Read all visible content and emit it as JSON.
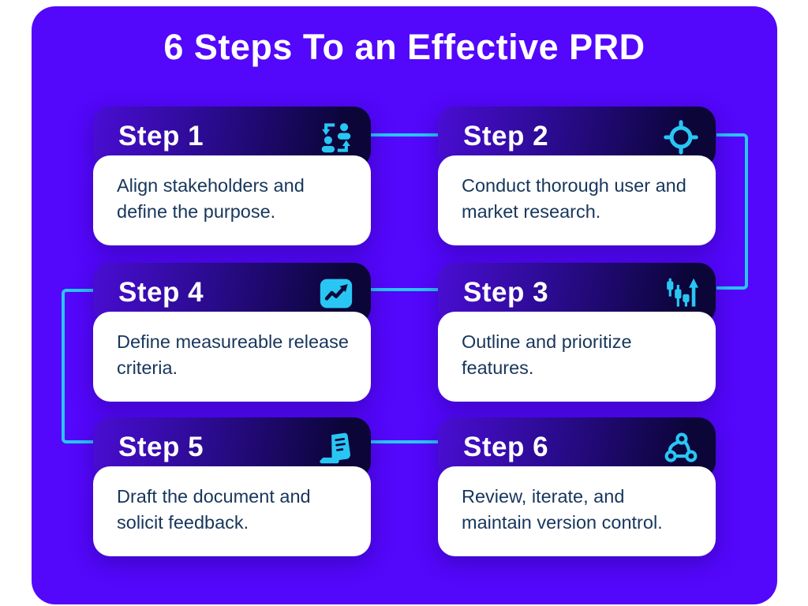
{
  "title": "6 Steps To an Effective PRD",
  "steps": [
    {
      "label": "Step 1",
      "description": "Align stakeholders and define the purpose.",
      "icon": "people-swap-icon"
    },
    {
      "label": "Step 2",
      "description": "Conduct thorough user and market research.",
      "icon": "target-icon"
    },
    {
      "label": "Step 3",
      "description": "Outline and prioritize features.",
      "icon": "candlestick-priority-icon"
    },
    {
      "label": "Step 4",
      "description": "Define measureable release criteria.",
      "icon": "line-chart-icon"
    },
    {
      "label": "Step 5",
      "description": "Draft the document and solicit feedback.",
      "icon": "document-draft-icon"
    },
    {
      "label": "Step 6",
      "description": "Review, iterate, and maintain version control.",
      "icon": "version-control-icon"
    }
  ],
  "colors": {
    "bg": "#5307FB",
    "hdr-from": "#4A0DD4",
    "hdr-to": "#0B0538",
    "cyan": "#29C6F3",
    "ink": "#17365C"
  }
}
